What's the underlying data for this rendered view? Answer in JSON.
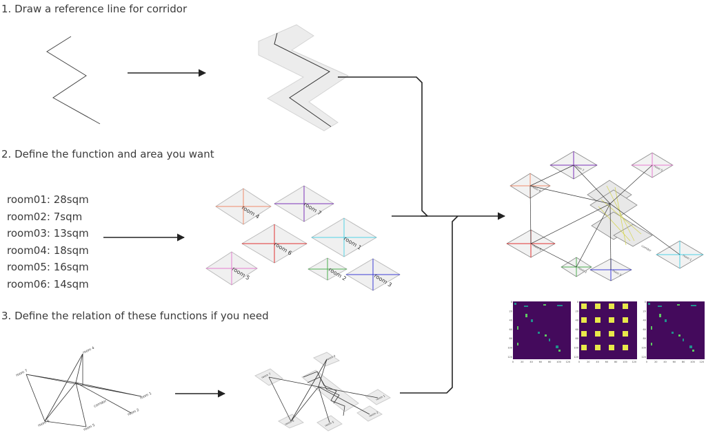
{
  "steps": {
    "step1": "1. Draw a reference line for corridor",
    "step2": "2. Define the function and area you want",
    "step3": "3. Define the relation of these functions if you need"
  },
  "rooms": [
    "room01: 28sqm",
    "room02: 7sqm",
    "room03: 13sqm",
    "room04: 18sqm",
    "room05: 16sqm",
    "room06: 14sqm"
  ],
  "room_labels": {
    "r1": "room 1",
    "r2": "room 2",
    "r3": "room 3",
    "r4": "room 4",
    "r5": "room 5",
    "r6": "room 6",
    "r7": "room 7",
    "corridor": "corridor"
  },
  "matrix_ticks": {
    "x": [
      "0",
      "20",
      "40",
      "60",
      "80",
      "100",
      "120"
    ],
    "y": [
      "0",
      "20",
      "40",
      "60",
      "80",
      "100",
      "120"
    ]
  },
  "colors": {
    "room1": "#4fd3e6",
    "room2": "#4caf50",
    "room3": "#3b3bd6",
    "room4": "#f08a6a",
    "room5": "#e57bd0",
    "room6": "#e03030",
    "room7": "#7a2fb8",
    "matrix_bg": "#440a5c",
    "matrix_hi": "#e8e84a",
    "matrix_mid": "#21918c"
  }
}
